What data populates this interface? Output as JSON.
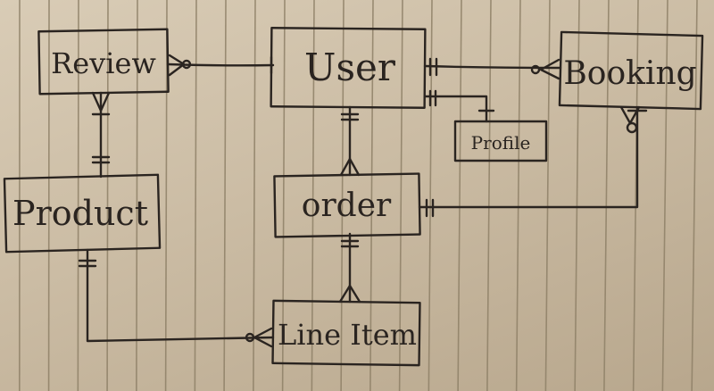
{
  "entities": {
    "review": "Review",
    "user": "User",
    "booking": "Booking",
    "profile": "Profile",
    "product": "Product",
    "order": "order",
    "line_item": "Line Item"
  },
  "relationships": [
    {
      "from": "Review",
      "to": "User",
      "from_end": "many",
      "to_end": "one"
    },
    {
      "from": "User",
      "to": "Booking",
      "from_end": "one-mandatory",
      "to_end": "zero-or-many"
    },
    {
      "from": "User",
      "to": "Profile",
      "from_end": "one-mandatory",
      "to_end": "one-mandatory"
    },
    {
      "from": "Review",
      "to": "Product",
      "from_end": "one-or-many",
      "to_end": "one-mandatory"
    },
    {
      "from": "User",
      "to": "Order",
      "from_end": "one-mandatory",
      "to_end": "many"
    },
    {
      "from": "Order",
      "to": "Booking",
      "from_end": "one-mandatory",
      "to_end": "one-or-many"
    },
    {
      "from": "Order",
      "to": "Line Item",
      "from_end": "one-mandatory",
      "to_end": "many"
    },
    {
      "from": "Product",
      "to": "Line Item",
      "from_end": "one-mandatory",
      "to_end": "zero-or-many"
    }
  ],
  "colors": {
    "ink": "#2a2420",
    "paper": "#d4c6ae",
    "rule": "#8f8168"
  }
}
